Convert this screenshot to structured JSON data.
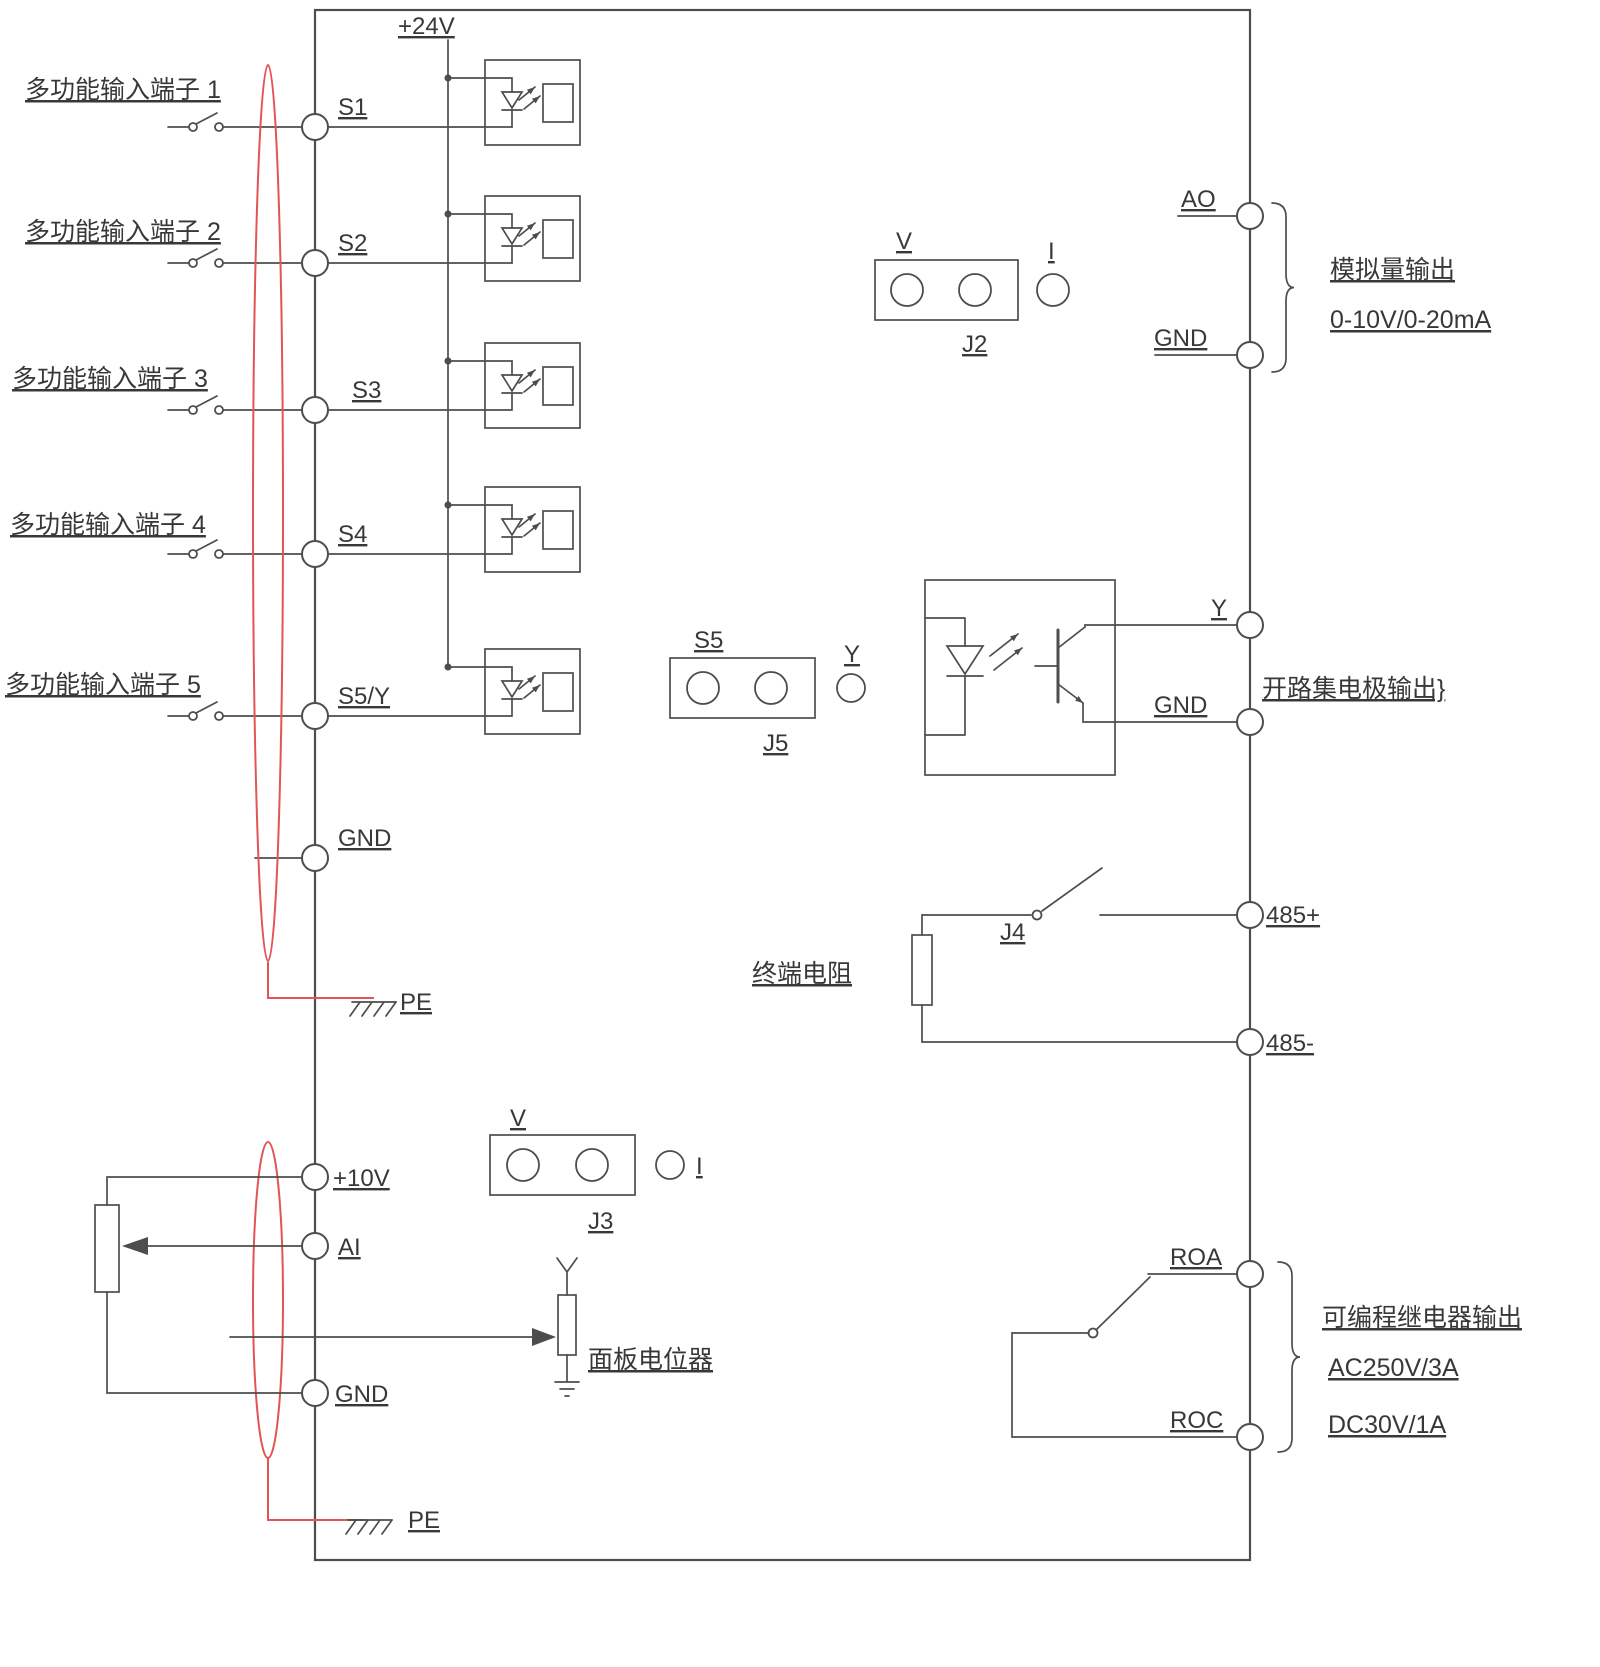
{
  "colors": {
    "line": "#4d4d4d",
    "text": "#383838",
    "shield": "#e25555"
  },
  "top": {
    "v24": "+24V"
  },
  "inputs": [
    {
      "label": "多功能输入端子 1",
      "terminal": "S1"
    },
    {
      "label": "多功能输入端子 2",
      "terminal": "S2"
    },
    {
      "label": "多功能输入端子 3",
      "terminal": "S3"
    },
    {
      "label": "多功能输入端子 4",
      "terminal": "S4"
    },
    {
      "label": "多功能输入端子 5",
      "terminal": "S5/Y"
    }
  ],
  "left_terminals": {
    "gnd": "GND",
    "pe": "PE",
    "v10": "+10V",
    "ai": "AI",
    "gnd2": "GND",
    "pe2": "PE"
  },
  "jumpers": {
    "j2": {
      "name": "J2",
      "left": "V",
      "right": "I"
    },
    "j5": {
      "name": "J5",
      "left": "S5",
      "right": "Y"
    },
    "j3": {
      "name": "J3",
      "left": "V",
      "right": "I"
    },
    "j4": {
      "name": "J4"
    }
  },
  "rs485": {
    "termination_label": "终端电阻",
    "plus": "485+",
    "minus": "485-"
  },
  "panel_pot_label": "面板电位器",
  "right_terminals": {
    "ao": "AO",
    "gnd1": "GND",
    "y": "Y",
    "gnd2": "GND",
    "roa": "ROA",
    "roc": "ROC"
  },
  "annotations": {
    "analog_out_1": "模拟量输出",
    "analog_out_2": "0-10V/0-20mA",
    "open_collector": "开路集电极输出}",
    "relay_1": "可编程继电器输出",
    "relay_2": "AC250V/3A",
    "relay_3": "DC30V/1A"
  }
}
